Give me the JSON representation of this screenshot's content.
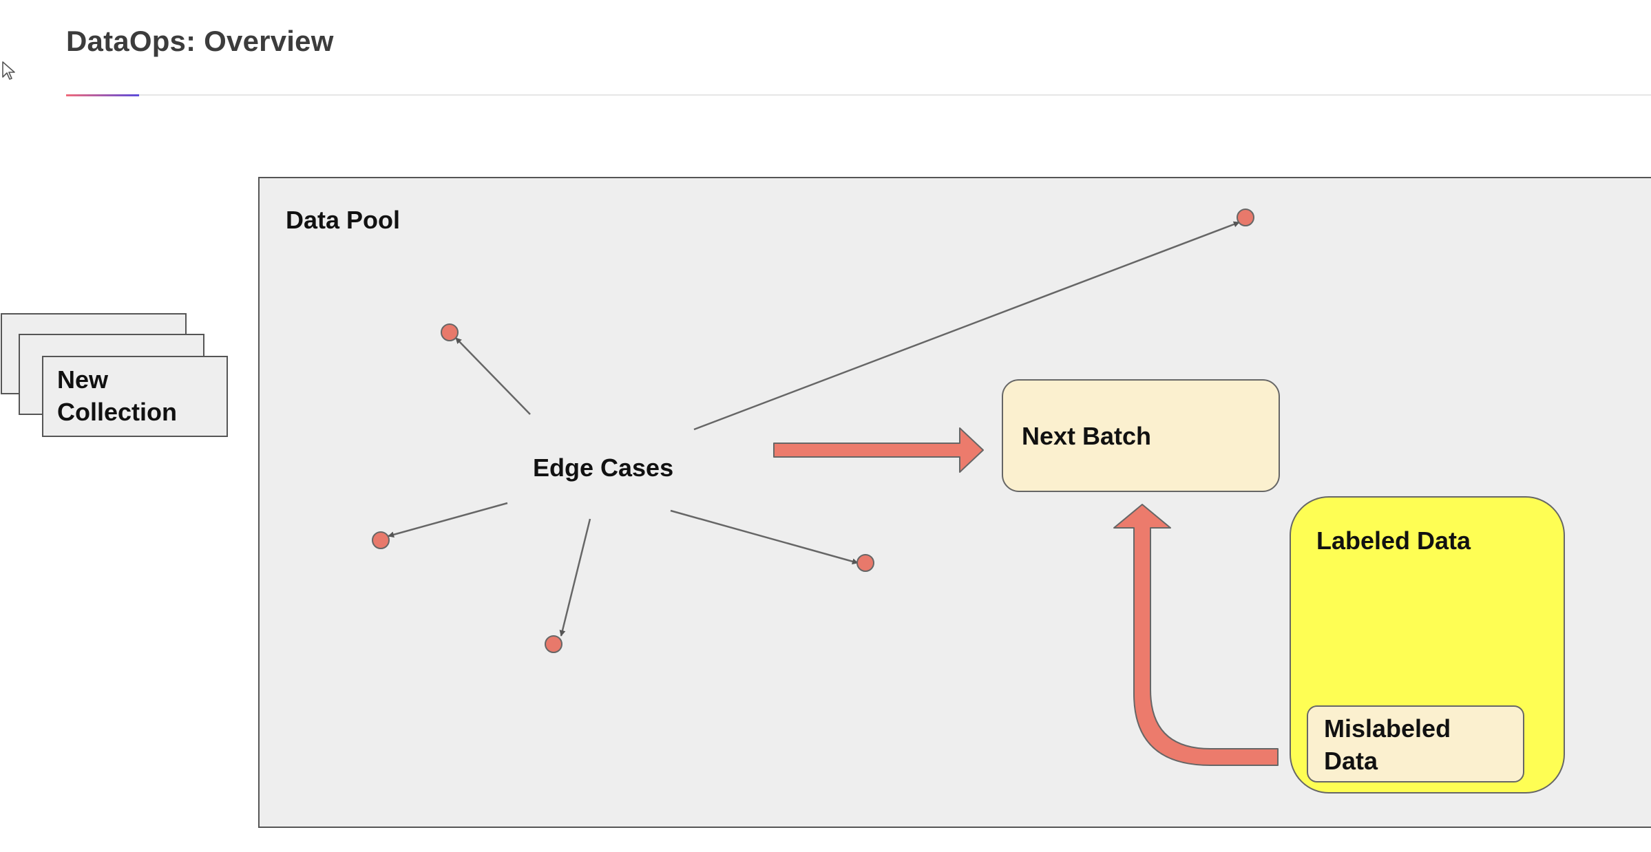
{
  "slide": {
    "title": "DataOps: Overview"
  },
  "diagram": {
    "nodes": {
      "data_pool": "Data Pool",
      "new_collection": [
        "New",
        "Collection"
      ],
      "edge_cases": "Edge Cases",
      "next_batch": "Next Batch",
      "labeled_data": "Labeled Data",
      "mislabeled_data": [
        "Mislabeled",
        "Data"
      ]
    },
    "edges": [
      {
        "from": "edge_cases",
        "to": "data-point",
        "style": "thin-arrow"
      },
      {
        "from": "edge_cases",
        "to": "next_batch",
        "style": "block-arrow"
      },
      {
        "from": "mislabeled_data",
        "to": "next_batch",
        "style": "curved-block-arrow"
      }
    ],
    "colors": {
      "pool_fill": "#eeeeee",
      "point_fill": "#e8796b",
      "block_arrow": "#ec7b6c",
      "next_batch_fill": "#fbf0cf",
      "labeled_fill": "#fefe54",
      "mislabeled_fill": "#fbf0cf"
    }
  }
}
